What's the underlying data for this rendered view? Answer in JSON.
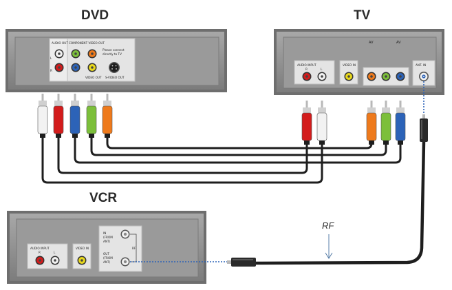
{
  "titles": {
    "dvd": "DVD",
    "tv": "TV",
    "vcr": "VCR"
  },
  "dvd_panel": {
    "audio_out": "AUDIO OUT",
    "component_video_out": "COMPONENT VIDEO OUT",
    "note_line1": "Please connect",
    "note_line2": "directly to TV",
    "video_out": "VIDEO OUT",
    "s_video_out": "S-VIDEO OUT",
    "left": "L",
    "right": "R"
  },
  "tv_panel": {
    "av_label_1": "AV",
    "av_label_2": "AV",
    "audio_input": "AUDIO INPUT",
    "video_in": "VIDEO IN",
    "ant_in": "ANT. IN",
    "right": "R",
    "left": "L"
  },
  "vcr_panel": {
    "audio_input": "AUDIO INPUT",
    "video_in": "VIDEO IN",
    "in_line1": "IN",
    "in_line2": "(FROM",
    "in_line3": "ANT)",
    "out_line1": "OUT",
    "out_line2": "(FROM",
    "out_line3": "ANT)",
    "rf_small": "RF",
    "right": "R",
    "left": "L"
  },
  "annotations": {
    "rf": "RF"
  },
  "colors": {
    "device_body": "#8f8f8f",
    "device_edge": "#6e6e6e",
    "panel": "#e2e2e2",
    "cable": "#1e1e1e",
    "white": "#f2f2f2",
    "red": "#d31c1c",
    "blue": "#2c63b8",
    "green": "#7cbf3a",
    "orange": "#ee7a1c",
    "yellow": "#e8d81c",
    "dotted_line": "#2c63b8"
  }
}
